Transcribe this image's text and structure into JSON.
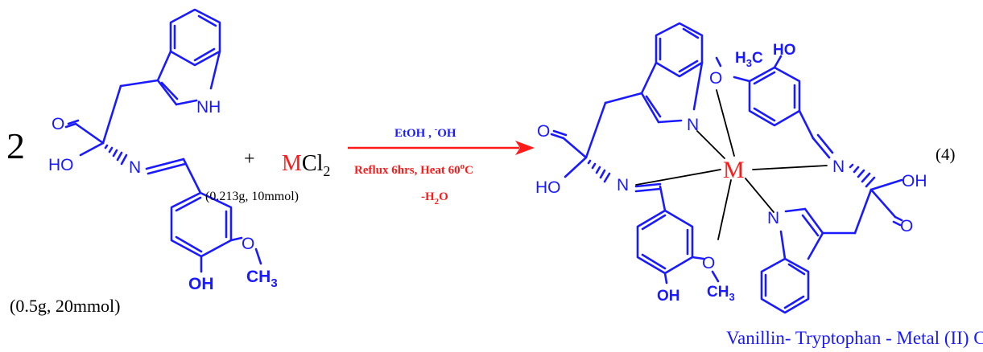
{
  "reactant": {
    "coefficient": "2",
    "atoms": {
      "NH": "NH",
      "O": "O",
      "HO": "HO",
      "N": "N",
      "O_methoxy": "O",
      "CH3": "CH",
      "CH3_sub": "3",
      "OH": "OH"
    },
    "amount": "(0.5g, 20mmol)"
  },
  "plus": "+",
  "salt": {
    "metal": "M",
    "chloride": "Cl",
    "chloride_sub": "2",
    "amount": "(0.213g, 10mmol)"
  },
  "arrow": {
    "top_conditions": "EtOH , ",
    "top_minus": "-",
    "top_oh": "OH",
    "line2_main": "Reflux 6hrs, Heat 60",
    "line2_sup": "o",
    "line2_end": "C",
    "line3_main": "-H",
    "line3_sub": "2",
    "line3_end": "O",
    "arrow_color": "#ff1a1a"
  },
  "product": {
    "metal": "M",
    "atoms": {
      "H3C_H": "H",
      "H3C_sub": "3",
      "H3C_C": "C",
      "O_top_methoxy": "O",
      "HO_top": "HO",
      "N_indole_top": "N",
      "O_acid_left": "O",
      "HO_acid_left": "HO",
      "N_imine_left": "N",
      "N_imine_right": "N",
      "OH_acid_right": "OH",
      "O_acid_right": "O",
      "N_indole_bottom": "N",
      "O_bottom_methoxy": "O",
      "CH3_bottom": "CH",
      "CH3_bottom_sub": "3",
      "OH_bottom": "OH"
    },
    "name": "Vanillin- Tryptophan - Metal (II) Complex"
  },
  "equation_number": "(4)",
  "colors": {
    "structure": "#1a1aff",
    "metal": "#ff1a1a",
    "coordination": "#000000"
  }
}
